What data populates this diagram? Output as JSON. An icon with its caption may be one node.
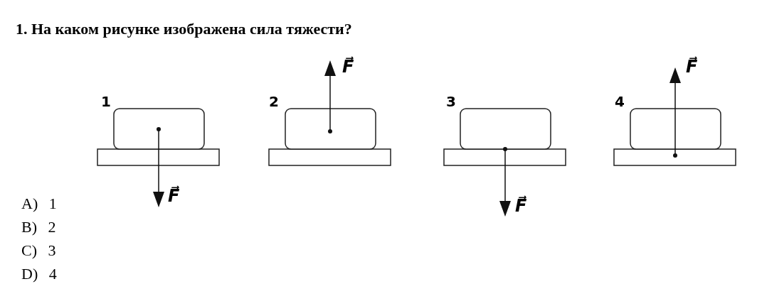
{
  "diagram": {
    "title": "1. На каком рисунке изображена сила тяжести?",
    "labels": [
      "F⃗",
      "F⃗",
      "1",
      "2",
      "3",
      "4",
      "A) 1",
      "F⃗",
      "F⃗",
      "B) 2",
      "C) 3",
      "D) 4"
    ]
  }
}
